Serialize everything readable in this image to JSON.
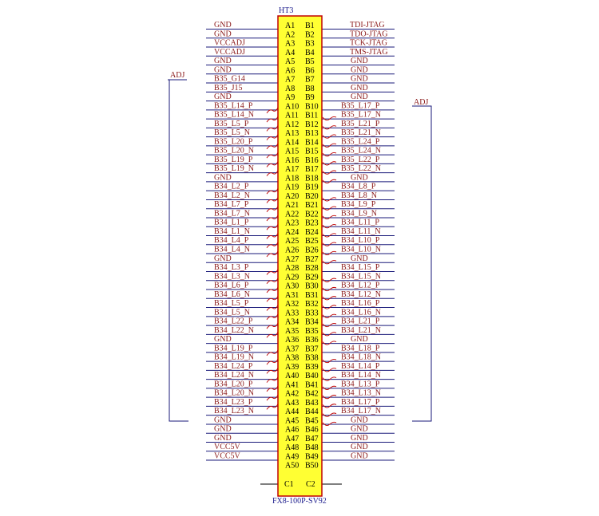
{
  "part": {
    "refdes": "HT3",
    "footprint": "FX8-100P-SV92",
    "bottom_pins": [
      "C1",
      "C2"
    ]
  },
  "colors": {
    "body_fill": "#ffff33",
    "body_stroke": "#c00000",
    "wire": "#1a1a7a",
    "net_text": "#8b1a1a",
    "pin_text": "#000000",
    "refdes_text": "#1a1a8b",
    "pair_mark": "#c00000"
  },
  "bus_left": "ADJ",
  "bus_right": "ADJ",
  "rows": [
    {
      "a": "A1",
      "b": "B1",
      "left": "GND",
      "right": "TDI-JTAG",
      "pa": false,
      "pb": false
    },
    {
      "a": "A2",
      "b": "B2",
      "left": "GND",
      "right": "TDO-JTAG",
      "pa": false,
      "pb": false
    },
    {
      "a": "A3",
      "b": "B3",
      "left": "VCCADJ",
      "right": "TCK-JTAG",
      "pa": false,
      "pb": false
    },
    {
      "a": "A4",
      "b": "B4",
      "left": "VCCADJ",
      "right": "TMS-JTAG",
      "pa": false,
      "pb": false
    },
    {
      "a": "A5",
      "b": "B5",
      "left": "GND",
      "right": "GND",
      "pa": false,
      "pb": false
    },
    {
      "a": "A6",
      "b": "B6",
      "left": "GND",
      "right": "GND",
      "pa": false,
      "pb": false
    },
    {
      "a": "A7",
      "b": "B7",
      "left": "B35_G14",
      "right": "GND",
      "pa": false,
      "pb": false
    },
    {
      "a": "A8",
      "b": "B8",
      "left": "B35_J15",
      "right": "GND",
      "pa": false,
      "pb": false
    },
    {
      "a": "A9",
      "b": "B9",
      "left": "GND",
      "right": "GND",
      "pa": false,
      "pb": false
    },
    {
      "a": "A10",
      "b": "B10",
      "left": "B35_L14_P",
      "right": "B35_L17_P",
      "pa": true,
      "pb": false
    },
    {
      "a": "A11",
      "b": "B11",
      "left": "B35_L14_N",
      "right": "B35_L17_N",
      "pa": true,
      "pb": true
    },
    {
      "a": "A12",
      "b": "B12",
      "left": "B35_L5_P",
      "right": "B35_L21_P",
      "pa": true,
      "pb": true
    },
    {
      "a": "A13",
      "b": "B13",
      "left": "B35_L5_N",
      "right": "B35_L21_N",
      "pa": true,
      "pb": true
    },
    {
      "a": "A14",
      "b": "B14",
      "left": "B35_L20_P",
      "right": "B35_L24_P",
      "pa": true,
      "pb": true
    },
    {
      "a": "A15",
      "b": "B15",
      "left": "B35_L20_N",
      "right": "B35_L24_N",
      "pa": true,
      "pb": true
    },
    {
      "a": "A16",
      "b": "B16",
      "left": "B35_L19_P",
      "right": "B35_L22_P",
      "pa": true,
      "pb": true
    },
    {
      "a": "A17",
      "b": "B17",
      "left": "B35_L19_N",
      "right": "B35_L22_N",
      "pa": true,
      "pb": true
    },
    {
      "a": "A18",
      "b": "B18",
      "left": "GND",
      "right": "GND",
      "pa": false,
      "pb": true
    },
    {
      "a": "A19",
      "b": "B19",
      "left": "B34_L2_P",
      "right": "B34_L8_P",
      "pa": true,
      "pb": false
    },
    {
      "a": "A20",
      "b": "B20",
      "left": "B34_L2_N",
      "right": "B34_L8_N",
      "pa": true,
      "pb": true
    },
    {
      "a": "A21",
      "b": "B21",
      "left": "B34_L7_P",
      "right": "B34_L9_P",
      "pa": true,
      "pb": true
    },
    {
      "a": "A22",
      "b": "B22",
      "left": "B34_L7_N",
      "right": "B34_L9_N",
      "pa": true,
      "pb": true
    },
    {
      "a": "A23",
      "b": "B23",
      "left": "B34_L1_P",
      "right": "B34_L11_P",
      "pa": true,
      "pb": true
    },
    {
      "a": "A24",
      "b": "B24",
      "left": "B34_L1_N",
      "right": "B34_L11_N",
      "pa": true,
      "pb": true
    },
    {
      "a": "A25",
      "b": "B25",
      "left": "B34_L4_P",
      "right": "B34_L10_P",
      "pa": true,
      "pb": true
    },
    {
      "a": "A26",
      "b": "B26",
      "left": "B34_L4_N",
      "right": "B34_L10_N",
      "pa": true,
      "pb": true
    },
    {
      "a": "A27",
      "b": "B27",
      "left": "GND",
      "right": "GND",
      "pa": false,
      "pb": true
    },
    {
      "a": "A28",
      "b": "B28",
      "left": "B34_L3_P",
      "right": "B34_L15_P",
      "pa": true,
      "pb": false
    },
    {
      "a": "A29",
      "b": "B29",
      "left": "B34_L3_N",
      "right": "B34_L15_N",
      "pa": true,
      "pb": true
    },
    {
      "a": "A30",
      "b": "B30",
      "left": "B34_L6_P",
      "right": "B34_L12_P",
      "pa": true,
      "pb": true
    },
    {
      "a": "A31",
      "b": "B31",
      "left": "B34_L6_N",
      "right": "B34_L12_N",
      "pa": true,
      "pb": true
    },
    {
      "a": "A32",
      "b": "B32",
      "left": "B34_L5_P",
      "right": "B34_L16_P",
      "pa": true,
      "pb": true
    },
    {
      "a": "A33",
      "b": "B33",
      "left": "B34_L5_N",
      "right": "B34_L16_N",
      "pa": true,
      "pb": true
    },
    {
      "a": "A34",
      "b": "B34",
      "left": "B34_L22_P",
      "right": "B34_L21_P",
      "pa": true,
      "pb": true
    },
    {
      "a": "A35",
      "b": "B35",
      "left": "B34_L22_N",
      "right": "B34_L21_N",
      "pa": true,
      "pb": true
    },
    {
      "a": "A36",
      "b": "B36",
      "left": "GND",
      "right": "GND",
      "pa": false,
      "pb": true
    },
    {
      "a": "A37",
      "b": "B37",
      "left": "B34_L19_P",
      "right": "B34_L18_P",
      "pa": true,
      "pb": false
    },
    {
      "a": "A38",
      "b": "B38",
      "left": "B34_L19_N",
      "right": "B34_L18_N",
      "pa": true,
      "pb": true
    },
    {
      "a": "A39",
      "b": "B39",
      "left": "B34_L24_P",
      "right": "B34_L14_P",
      "pa": true,
      "pb": true
    },
    {
      "a": "A40",
      "b": "B40",
      "left": "B34_L24_N",
      "right": "B34_L14_N",
      "pa": true,
      "pb": true
    },
    {
      "a": "A41",
      "b": "B41",
      "left": "B34_L20_P",
      "right": "B34_L13_P",
      "pa": true,
      "pb": true
    },
    {
      "a": "A42",
      "b": "B42",
      "left": "B34_L20_N",
      "right": "B34_L13_N",
      "pa": true,
      "pb": true
    },
    {
      "a": "A43",
      "b": "B43",
      "left": "B34_L23_P",
      "right": "B34_L17_P",
      "pa": true,
      "pb": true
    },
    {
      "a": "A44",
      "b": "B44",
      "left": "B34_L23_N",
      "right": "B34_L17_N",
      "pa": false,
      "pb": true
    },
    {
      "a": "A45",
      "b": "B45",
      "left": "GND",
      "right": "GND",
      "pa": false,
      "pb": true
    },
    {
      "a": "A46",
      "b": "B46",
      "left": "GND",
      "right": "GND",
      "pa": false,
      "pb": false
    },
    {
      "a": "A47",
      "b": "B47",
      "left": "GND",
      "right": "GND",
      "pa": false,
      "pb": false
    },
    {
      "a": "A48",
      "b": "B48",
      "left": "VCC5V",
      "right": "GND",
      "pa": false,
      "pb": false
    },
    {
      "a": "A49",
      "b": "B49",
      "left": "VCC5V",
      "right": "GND",
      "pa": false,
      "pb": false
    },
    {
      "a": "A50",
      "b": "B50",
      "left": "",
      "right": "",
      "pa": false,
      "pb": false
    }
  ]
}
